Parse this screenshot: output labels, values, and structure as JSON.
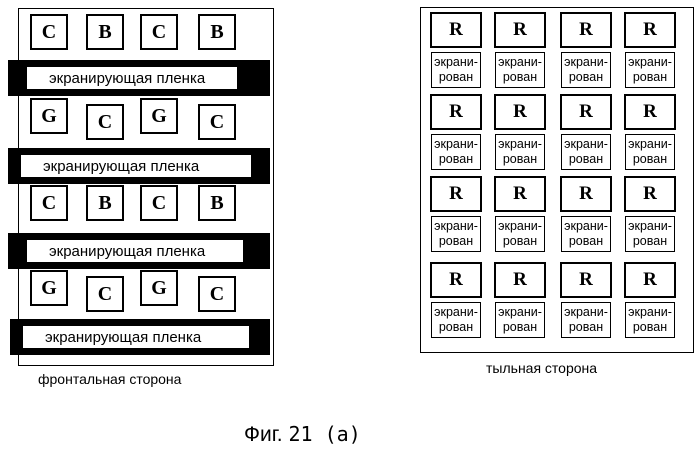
{
  "front": {
    "caption": "фронтальная сторона",
    "rows": [
      [
        "C",
        "B",
        "C",
        "B"
      ],
      [
        "G",
        "C",
        "G",
        "C"
      ],
      [
        "C",
        "B",
        "C",
        "B"
      ],
      [
        "G",
        "C",
        "G",
        "C"
      ]
    ],
    "film_label": "экранирующая пленка"
  },
  "back": {
    "caption": "тыльная сторона",
    "cell_label": "R",
    "shield_line1": "экрани-",
    "shield_line2": "рован"
  },
  "figure_label": {
    "prefix": "Фиг.",
    "number": "21 (a)"
  }
}
